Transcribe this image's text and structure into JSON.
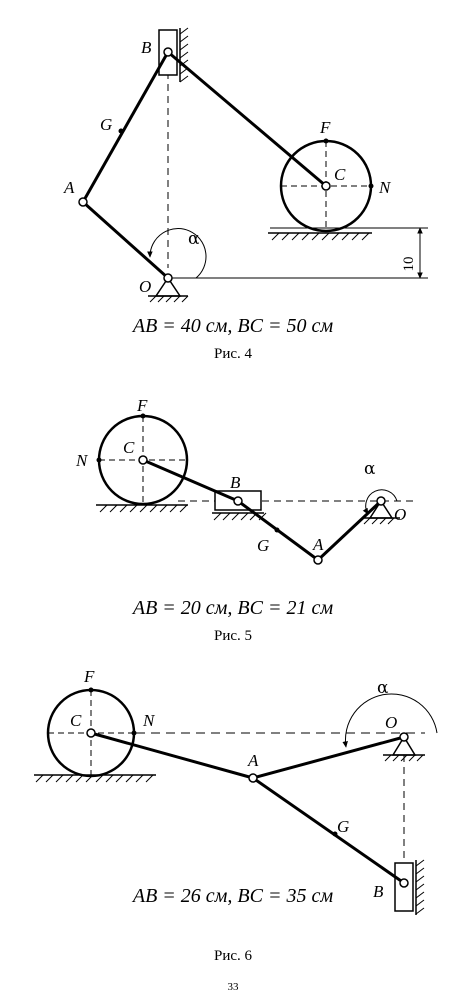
{
  "fig4": {
    "points": {
      "A": "A",
      "B": "B",
      "C": "C",
      "F": "F",
      "G": "G",
      "N": "N",
      "O": "O"
    },
    "angle": "α",
    "dim_value": "10",
    "equation": "AB = 40 см, BC = 50 см",
    "caption": "Рис. 4"
  },
  "fig5": {
    "points": {
      "A": "A",
      "B": "B",
      "C": "C",
      "F": "F",
      "G": "G",
      "N": "N",
      "O": "O"
    },
    "angle": "α",
    "equation": "AB = 20 см, BC = 21 см",
    "caption": "Рис. 5"
  },
  "fig6": {
    "points": {
      "A": "A",
      "B": "B",
      "C": "C",
      "F": "F",
      "G": "G",
      "N": "N",
      "O": "O"
    },
    "angle": "α",
    "equation": "AB = 26 см, BC = 35 см",
    "caption": "Рис. 6"
  },
  "page_number": "33"
}
